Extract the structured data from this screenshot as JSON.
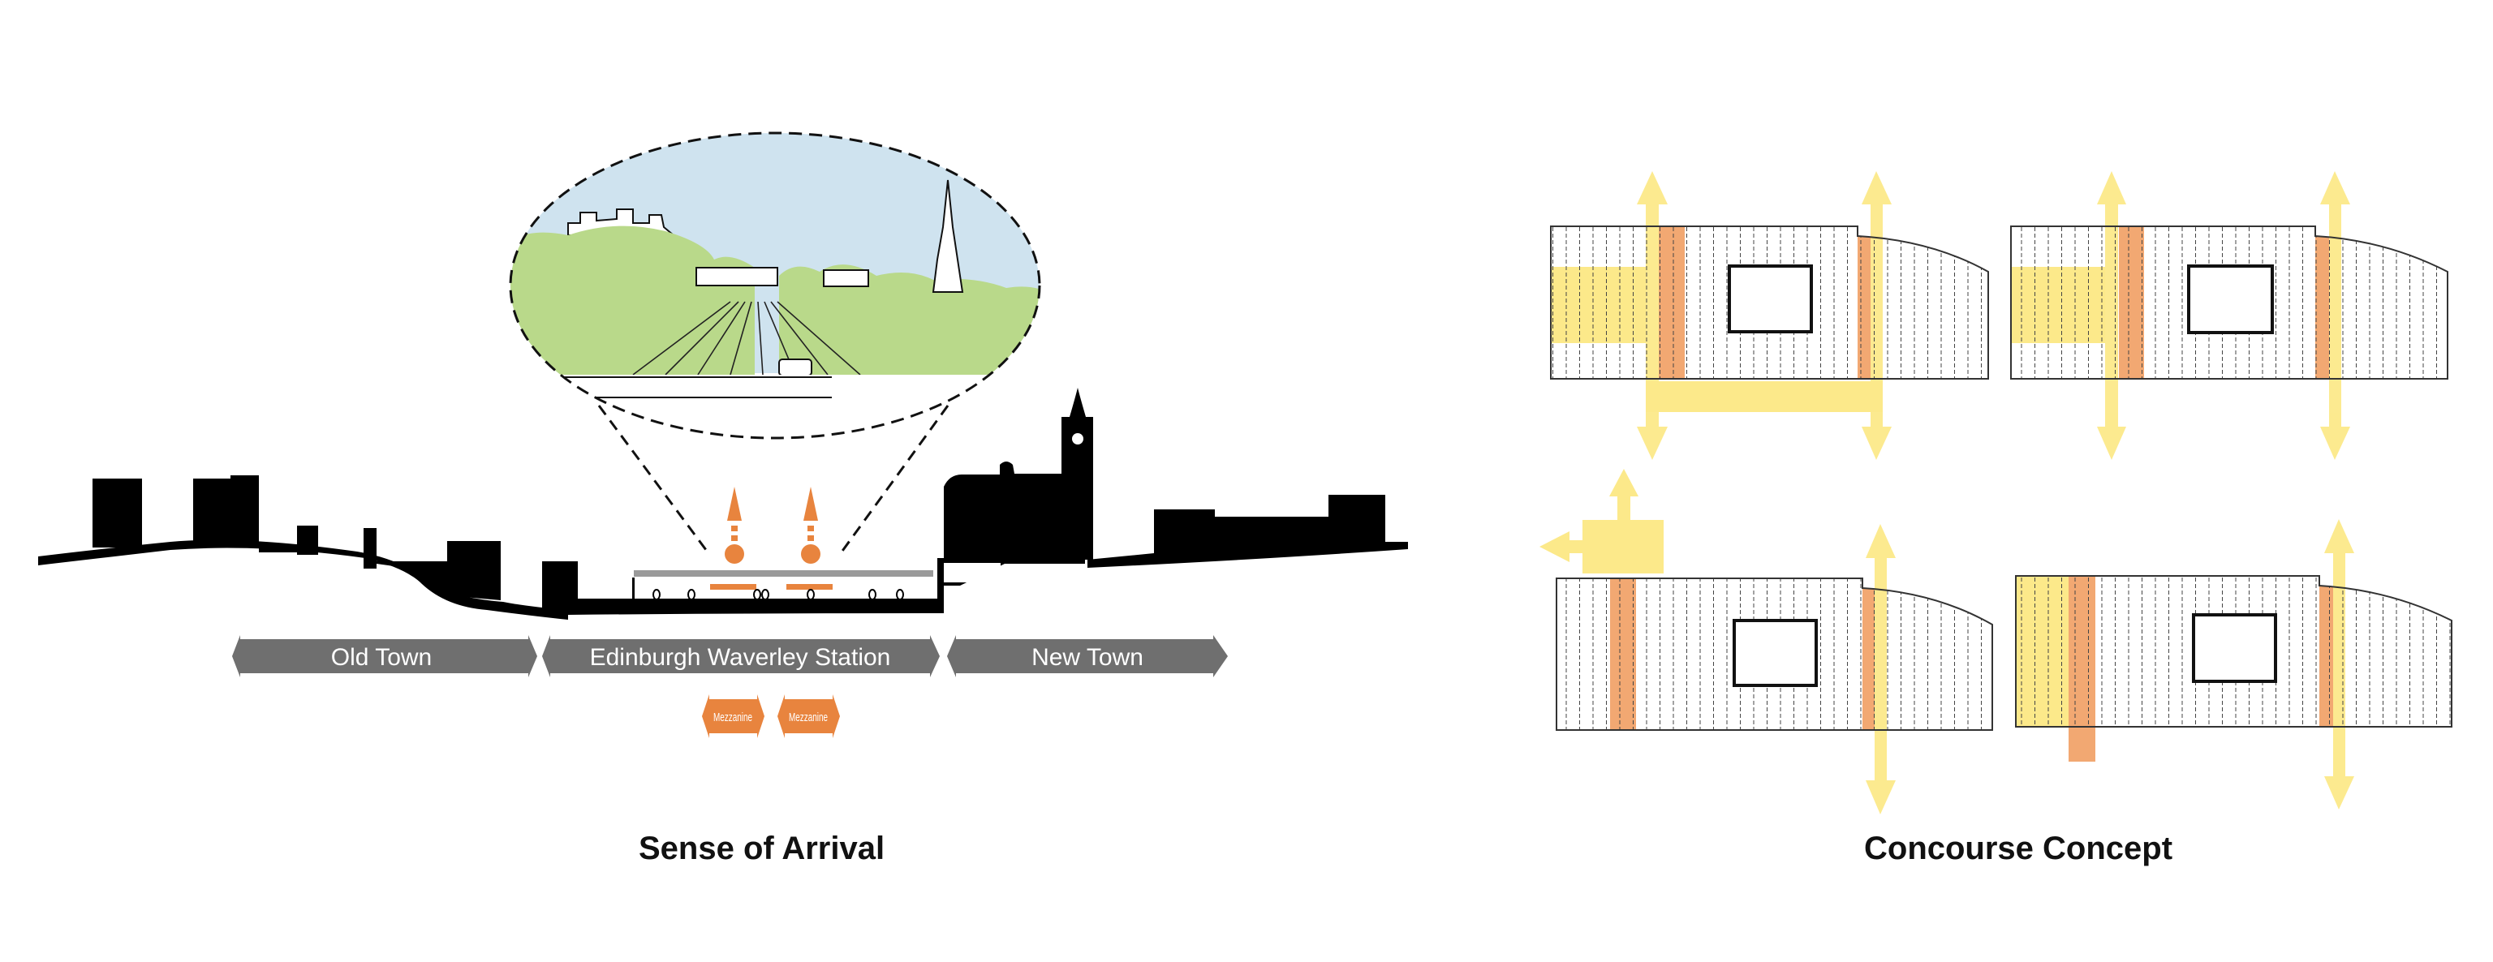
{
  "colors": {
    "silhouette": "#000000",
    "label_gray": "#6f6f6f",
    "roof_gray": "#9a9a9a",
    "orange_accent": "#e8843e",
    "concourse_yellow": "#fce98a",
    "concourse_orange": "#f2a872",
    "sky_blue": "#cfe3ef",
    "foliage_green": "#b9d98a"
  },
  "sense_of_arrival": {
    "caption": "Sense of Arrival",
    "zones": [
      {
        "label": "Old Town"
      },
      {
        "label": "Edinburgh Waverley Station"
      },
      {
        "label": "New Town"
      }
    ],
    "mezzanine_badges": [
      {
        "label": "Mezzanine"
      },
      {
        "label": "Mezzanine"
      }
    ],
    "vignette": "Sketch view of Edinburgh from station: castle, trees, Scott Monument spire"
  },
  "concourse_concept": {
    "caption": "Concourse Concept",
    "options": [
      {
        "id": "option-1"
      },
      {
        "id": "option-2"
      },
      {
        "id": "option-3"
      },
      {
        "id": "option-4"
      }
    ]
  }
}
